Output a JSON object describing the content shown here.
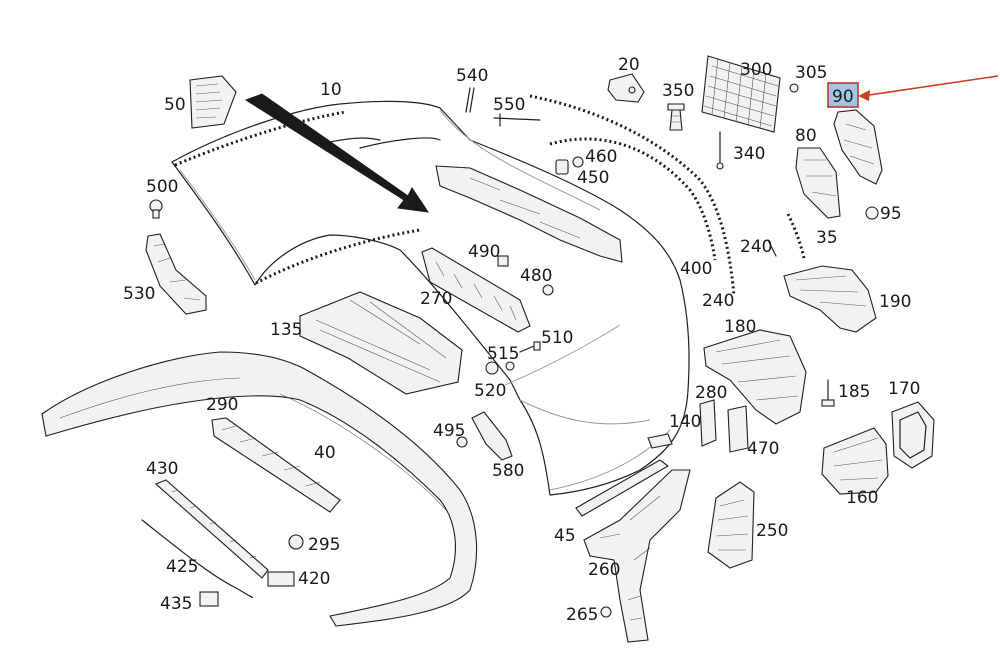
{
  "labels": {
    "p10": "10",
    "p20": "20",
    "p35": "35",
    "p40": "40",
    "p45": "45",
    "p50": "50",
    "p80": "80",
    "p90": "90",
    "p95": "95",
    "p135": "135",
    "p140": "140",
    "p160": "160",
    "p170": "170",
    "p180": "180",
    "p185": "185",
    "p190": "190",
    "p240a": "240",
    "p240b": "240",
    "p250": "250",
    "p260": "260",
    "p265": "265",
    "p270": "270",
    "p280": "280",
    "p290": "290",
    "p295": "295",
    "p300": "300",
    "p305": "305",
    "p340": "340",
    "p350": "350",
    "p400": "400",
    "p420": "420",
    "p425": "425",
    "p430": "430",
    "p435": "435",
    "p450": "450",
    "p460": "460",
    "p470": "470",
    "p480": "480",
    "p490": "490",
    "p495": "495",
    "p500": "500",
    "p510": "510",
    "p515": "515",
    "p520": "520",
    "p530": "530",
    "p540": "540",
    "p550": "550",
    "p580": "580"
  },
  "highlight": {
    "part": "90",
    "box_color": "#9fc7e4",
    "pointer_color": "#d13b25"
  }
}
